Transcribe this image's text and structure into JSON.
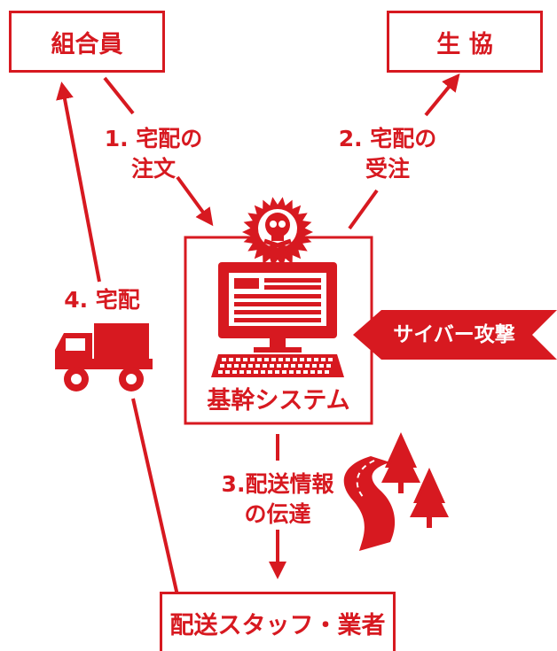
{
  "colors": {
    "accent": "#d71920",
    "background": "#ffffff"
  },
  "nodes": {
    "member": "組合員",
    "coop": "生 協",
    "core_system": "基幹システム",
    "delivery_staff": "配送スタッフ・業者"
  },
  "steps": {
    "step1_line1": "1. 宅配の",
    "step1_line2": "注文",
    "step2_line1": "2. 宅配の",
    "step2_line2": "受注",
    "step3_line1": "3.配送情報",
    "step3_line2": "の伝達",
    "step4": "4. 宅配"
  },
  "attack_label": "サイバー攻撃",
  "icons": [
    "skull-crossbones-icon",
    "computer-monitor-icon",
    "keyboard-icon",
    "delivery-truck-icon",
    "winding-road-icon",
    "pine-tree-icon"
  ]
}
